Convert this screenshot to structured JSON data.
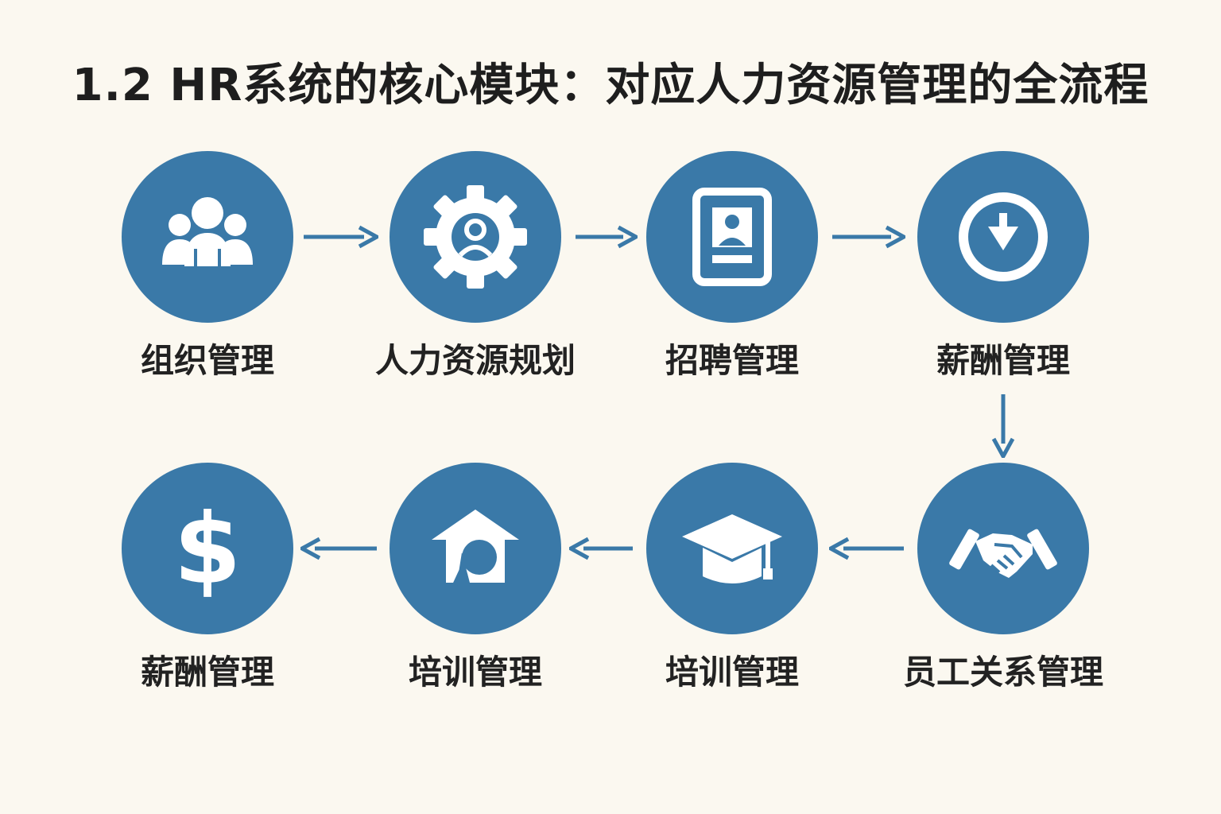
{
  "title": "1.2 HR系统的核心模块：对应人力资源管理的全流程",
  "colors": {
    "node_fill": "#3a79a8",
    "arrow": "#3a79a8",
    "background": "#fbf8f0",
    "text": "#222222"
  },
  "modules": [
    {
      "label": "组织管理",
      "icon": "people-group-icon"
    },
    {
      "label": "人力资源规划",
      "icon": "gear-person-icon"
    },
    {
      "label": "招聘管理",
      "icon": "id-card-icon"
    },
    {
      "label": "薪酬管理",
      "icon": "clock-down-icon"
    },
    {
      "label": "员工关系管理",
      "icon": "handshake-icon"
    },
    {
      "label": "培训管理",
      "icon": "graduation-cap-icon"
    },
    {
      "label": "培训管理",
      "icon": "house-arrow-icon"
    },
    {
      "label": "薪酬管理",
      "icon": "dollar-icon"
    }
  ]
}
